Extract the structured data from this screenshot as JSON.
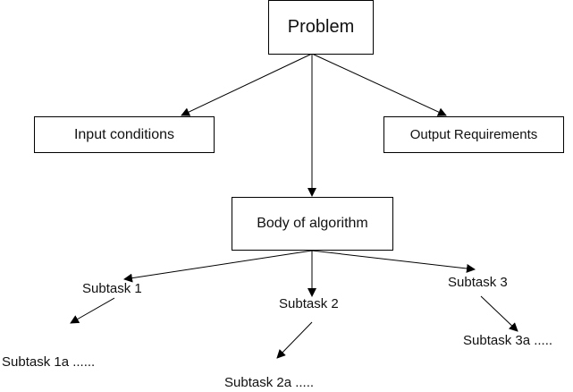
{
  "diagram": {
    "nodes": {
      "problem": "Problem",
      "input": "Input conditions",
      "output": "Output Requirements",
      "body": "Body of algorithm"
    },
    "subtasks": {
      "s1": "Subtask 1",
      "s2": "Subtask 2",
      "s3": "Subtask 3",
      "s1a": "Subtask 1a ......",
      "s2a": "Subtask 2a .....",
      "s3a": "Subtask 3a ....."
    }
  }
}
